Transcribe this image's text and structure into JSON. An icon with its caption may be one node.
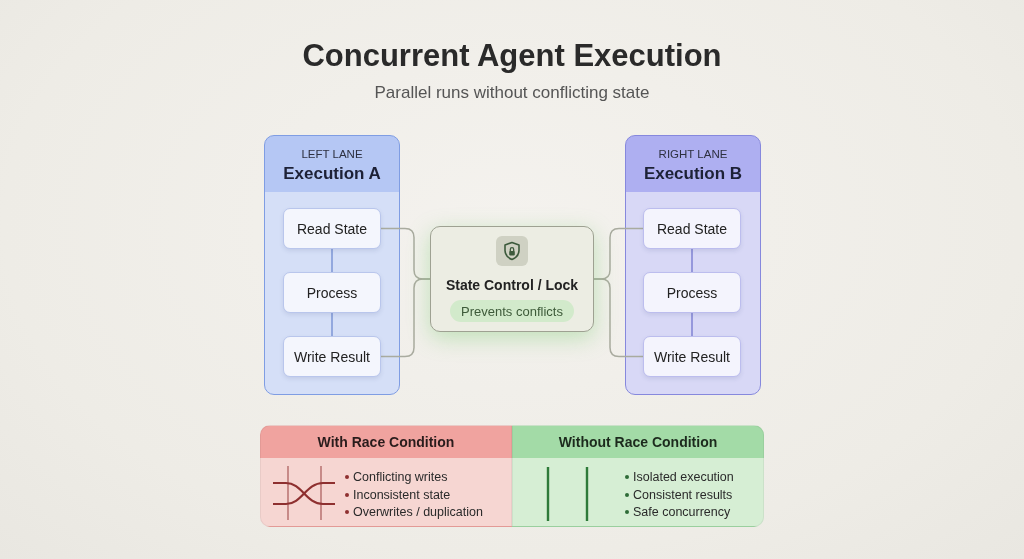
{
  "diagram": {
    "title": "Concurrent Agent Execution",
    "nodes": [
      {
        "text": [
          "LEFT LANE",
          "Execution A"
        ]
      },
      {
        "text": [
          "Read State"
        ],
        "in": 0
      },
      {
        "text": [
          "Process"
        ],
        "in": 0
      },
      {
        "text": [
          "Write Result"
        ],
        "in": 0
      },
      {
        "text": [
          "State Control / Lock"
        ]
      },
      {
        "text": [
          "Prevents conflicts"
        ],
        "in": 4
      },
      {
        "text": [
          "RIGHT LANE",
          "Execution B"
        ]
      },
      {
        "text": [
          "Read State"
        ],
        "in": 6
      },
      {
        "text": [
          "Process"
        ],
        "in": 6
      },
      {
        "text": [
          "Write Result"
        ],
        "in": 6
      },
      {
        "text": [
          "With Race Condition",
          "Conflicting writes",
          "Inconsistent state",
          "Overwrites / duplication"
        ]
      },
      {
        "text": [
          "Without Race Condition",
          "Isolated execution",
          "Consistent results",
          "Safe concurrency"
        ]
      }
    ],
    "edges": [
      {
        "from": 1,
        "to": 2,
        "arrow": "none",
        "color": "#7d96d6"
      },
      {
        "from": 2,
        "to": 3,
        "arrow": "none",
        "color": "#7d96d6"
      },
      {
        "from": 1,
        "to": 4,
        "arrow": "none"
      },
      {
        "from": 3,
        "to": 4,
        "arrow": "none"
      },
      {
        "from": 4,
        "to": 7,
        "arrow": "none"
      },
      {
        "from": 4,
        "to": 9,
        "arrow": "none"
      },
      {
        "from": 7,
        "to": 8,
        "arrow": "none",
        "color": "#8183d3"
      },
      {
        "from": 8,
        "to": 9,
        "arrow": "none",
        "color": "#8183d3"
      }
    ],
    "labels": [
      "Parallel runs without conflicting state"
    ]
  }
}
